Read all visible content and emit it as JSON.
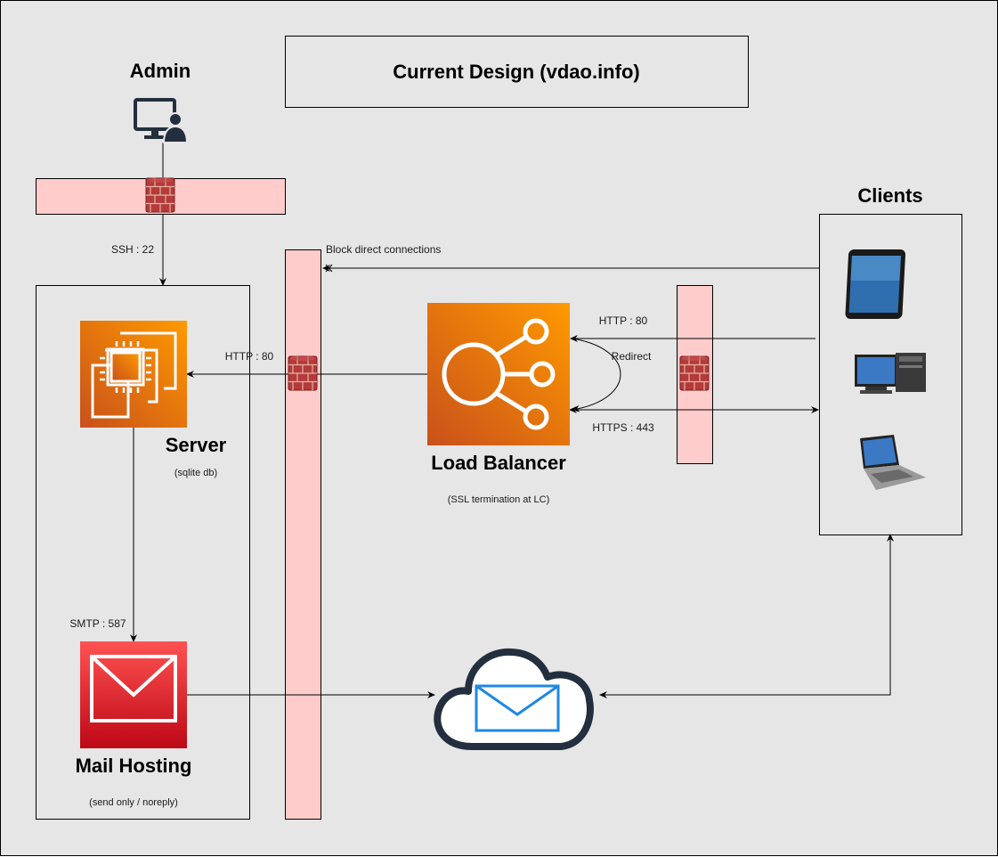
{
  "diagram": {
    "title": "Current Design (vdao.info)",
    "nodes": {
      "admin": {
        "label": "Admin",
        "icon": "admin-workstation-icon"
      },
      "clients": {
        "label": "Clients",
        "icons": [
          "tablet-icon",
          "desktop-computer-icon",
          "laptop-icon"
        ]
      },
      "server": {
        "label": "Server",
        "sublabel": "(sqlite db)",
        "icon": "ec2-instance-icon",
        "color": "#ed7100"
      },
      "load_balancer": {
        "label": "Load Balancer",
        "sublabel": "(SSL termination at LC)",
        "icon": "elastic-load-balancer-icon",
        "color": "#ed7100"
      },
      "mail_hosting": {
        "label": "Mail Hosting",
        "sublabel": "(send only / noreply)",
        "icon": "mail-envelope-icon",
        "color": "#dd344c"
      },
      "email_cloud": {
        "icon": "email-cloud-icon"
      }
    },
    "edges": {
      "ssh": "SSH : 22",
      "block": "Block direct connections",
      "http_server": "HTTP : 80",
      "http_client": "HTTP : 80",
      "redirect": "Redirect",
      "https": "HTTPS : 443",
      "smtp": "SMTP : 587"
    },
    "colors": {
      "background": "#e6e6e6",
      "firewall_zone": "#ffcccc",
      "line": "#000000",
      "firewall_brick": "#b33b3b"
    }
  }
}
